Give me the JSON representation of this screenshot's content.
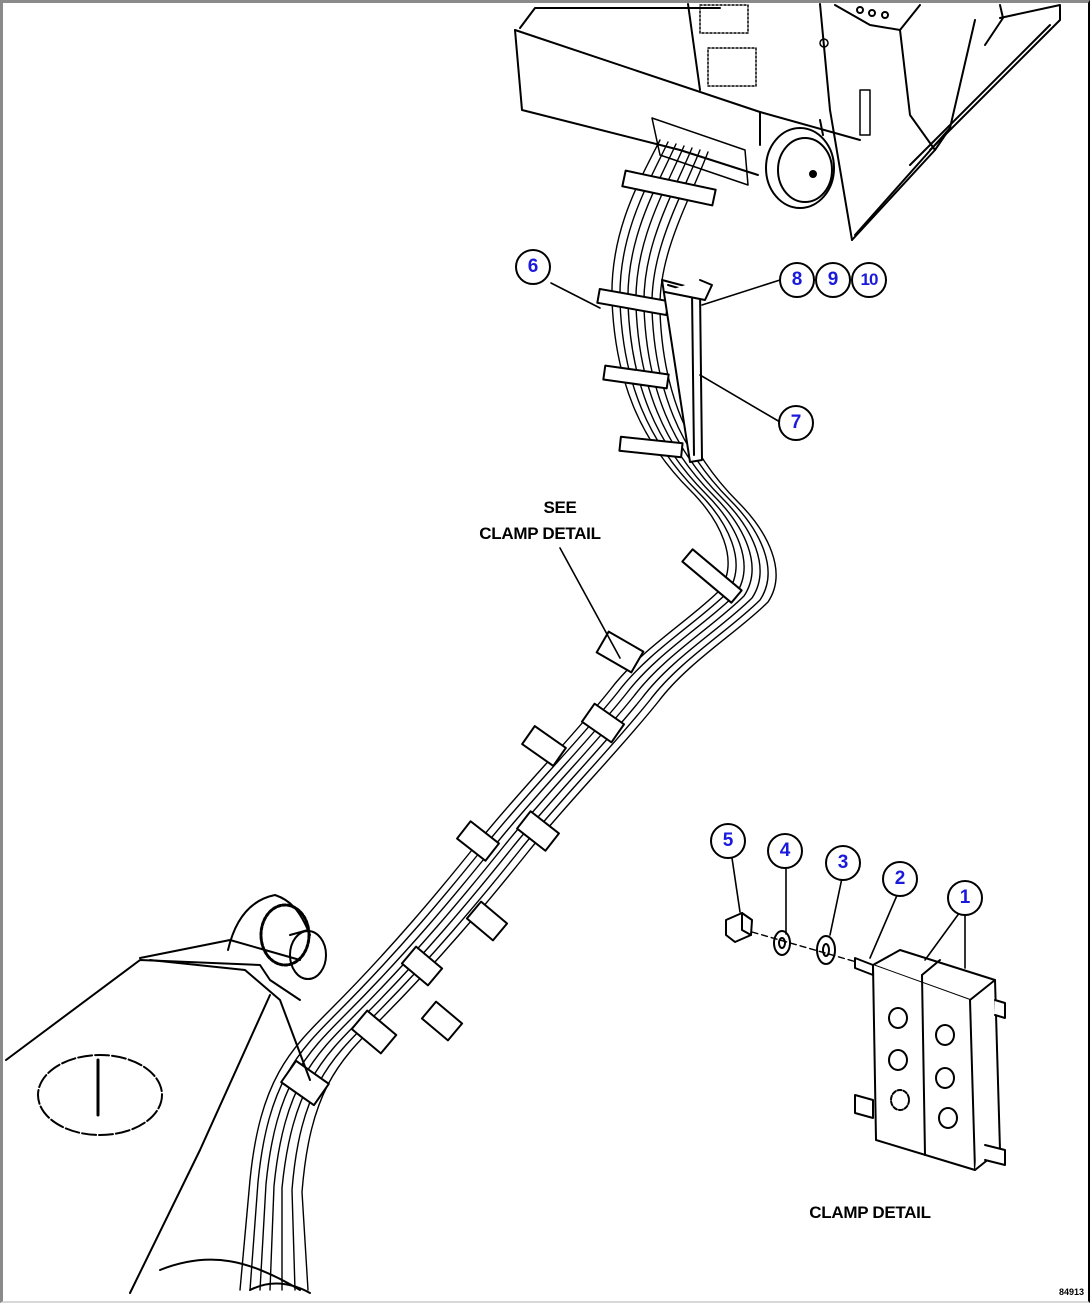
{
  "diagram": {
    "type": "exploded parts / wiring harness routing illustration",
    "labels": {
      "see_clamp_detail_line1": "SEE",
      "see_clamp_detail_line2": "CLAMP DETAIL",
      "clamp_detail_title": "CLAMP DETAIL"
    },
    "callouts": [
      {
        "id": "1",
        "part": "clamp block"
      },
      {
        "id": "2",
        "part": "bolt"
      },
      {
        "id": "3",
        "part": "washer"
      },
      {
        "id": "4",
        "part": "lock washer"
      },
      {
        "id": "5",
        "part": "nut"
      },
      {
        "id": "6",
        "part": "harness clamp"
      },
      {
        "id": "7",
        "part": "bracket"
      },
      {
        "id": "8",
        "part": "fastener"
      },
      {
        "id": "9",
        "part": "fastener"
      },
      {
        "id": "10",
        "part": "fastener"
      }
    ],
    "figure_code": "84913",
    "colors": {
      "callout_text": "#1a1adc",
      "line_art": "#000000",
      "background": "#ffffff",
      "frame": "#8a8a8a"
    }
  }
}
